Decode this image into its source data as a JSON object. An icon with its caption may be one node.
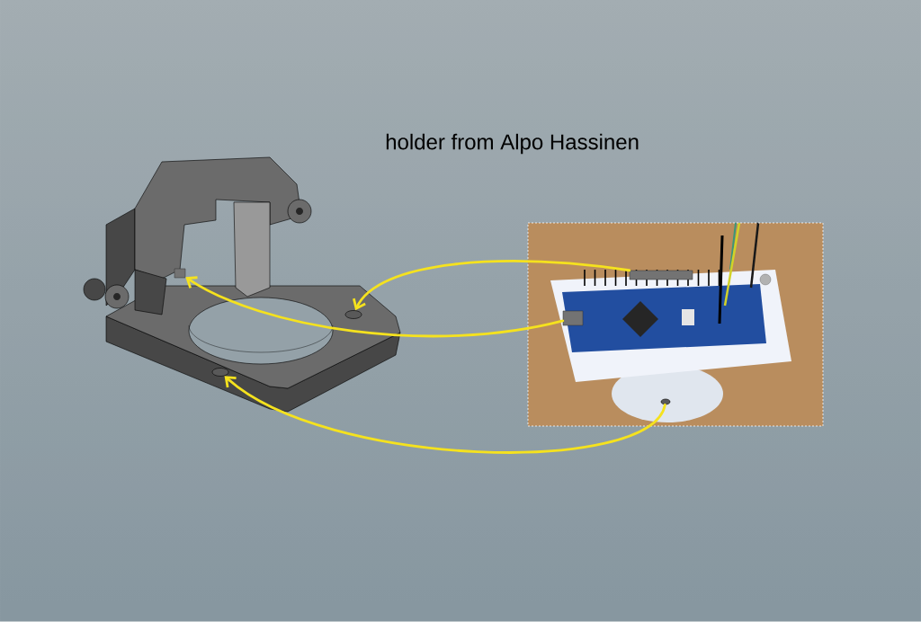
{
  "diagram": {
    "nodes": [
      {
        "text": [],
        "shape": "picture"
      },
      {
        "text": [],
        "shape": "box",
        "in": 0
      },
      {
        "text": [],
        "shape": "circle",
        "in": 0
      },
      {
        "text": [],
        "shape": "circle",
        "in": 0
      },
      {
        "text": [],
        "shape": "picture"
      },
      {
        "text": [],
        "shape": "box",
        "in": 4
      },
      {
        "text": [],
        "shape": "box",
        "in": 4
      },
      {
        "text": [],
        "shape": "circle",
        "in": 4
      }
    ],
    "edges": [
      {
        "from": 5,
        "to": 2,
        "arrow": "to"
      },
      {
        "from": 6,
        "to": 1,
        "arrow": "to"
      },
      {
        "from": 7,
        "to": 3,
        "arrow": "to"
      }
    ],
    "labels": [
      "holder from Alpo Hassinen"
    ]
  }
}
